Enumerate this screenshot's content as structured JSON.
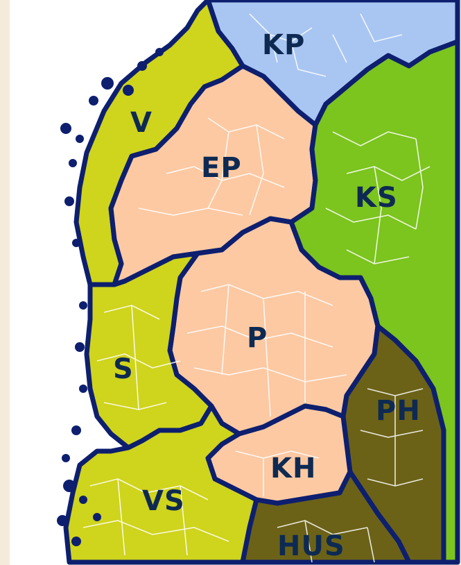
{
  "map": {
    "colors": {
      "background": "#f5ebdc",
      "sea": "#ffffff",
      "border": "#0d1f6e",
      "label": "#0e2a52",
      "yellow": "#cfd41c",
      "peach": "#fcc9a3",
      "blue": "#a9c6f2",
      "green": "#7cc41e",
      "olive": "#6b6218"
    },
    "regions": [
      {
        "id": "kp",
        "label": "KP",
        "color": "#a9c6f2"
      },
      {
        "id": "v",
        "label": "V",
        "color": "#cfd41c"
      },
      {
        "id": "ep",
        "label": "EP",
        "color": "#fcc9a3"
      },
      {
        "id": "ks",
        "label": "KS",
        "color": "#7cc41e"
      },
      {
        "id": "p",
        "label": "P",
        "color": "#fcc9a3"
      },
      {
        "id": "s",
        "label": "S",
        "color": "#cfd41c"
      },
      {
        "id": "ph",
        "label": "PH",
        "color": "#6b6218"
      },
      {
        "id": "kh",
        "label": "KH",
        "color": "#fcc9a3"
      },
      {
        "id": "vs",
        "label": "VS",
        "color": "#cfd41c"
      },
      {
        "id": "hus",
        "label": "HUS",
        "color": "#6b6218"
      }
    ]
  }
}
